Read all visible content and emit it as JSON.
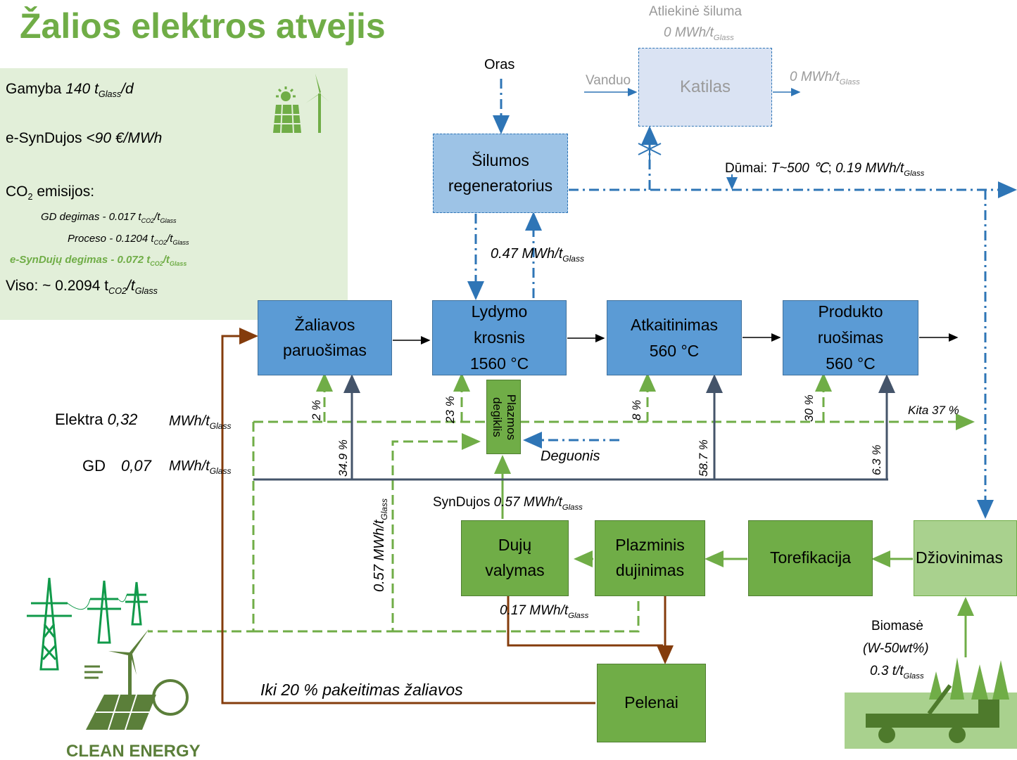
{
  "title": "Žalios elektros atvejis",
  "info": {
    "production_prefix": "Gamyba ",
    "production_value": "140 t",
    "production_sub": "Glass",
    "production_suffix": "/d",
    "esyngas_prefix": "e-SynDujos ",
    "esyngas_value": "<90 €/MWh",
    "co2_label": "CO",
    "co2_sub": "2",
    "co2_suffix": " emisijos:",
    "ng_burning": "GD degimas - 0.017  t",
    "process": "Proceso - 0.1204  t",
    "esyngas_burning": "e-SynDujų degimas - 0.072 t",
    "total": "Viso: ~ 0.2094 t",
    "sub_co2": "CO2",
    "sub_glass": "Glass",
    "slash": "/t"
  },
  "boxes": {
    "heat_regenerator": "Šilumos regeneratorius",
    "katilas": "Katilas",
    "raw_prep": "Žaliavos paruošimas",
    "melting_l1": "Lydymo",
    "melting_l2": "krosnis",
    "melting_l3": "1560 °C",
    "annealing_l1": "Atkaitinimas",
    "annealing_l2": "560 °C",
    "product_l1": "Produkto",
    "product_l2": "ruošimas",
    "product_l3": "560 °C",
    "plasma_torch": "Plazmos degiklis",
    "gas_cleaning_l1": "Dujų",
    "gas_cleaning_l2": "valymas",
    "plasma_gasif_l1": "Plazminis",
    "plasma_gasif_l2": "dujinimas",
    "torrefaction": "Torefikacija",
    "drying": "Džiovinimas",
    "ash": "Pelenai"
  },
  "labels": {
    "waste_heat": "Atliekinė šiluma",
    "zero_mwh": "0 MWh/t",
    "glass": "Glass",
    "air": "Oras",
    "water": "Vanduo",
    "flue_prefix": "Dūmai: ",
    "flue_temp": "T~500 ℃",
    "flue_sep": "; ",
    "flue_energy": "0.19 MWh/t",
    "regen_energy": "0.47 MWh/t",
    "electricity_label": "Elektra ",
    "electricity_value": "0,32",
    "electricity_unit": "MWh/t",
    "ng_label": "GD",
    "ng_value": "0,07",
    "ng_unit": "MWh/t",
    "p2": "2 %",
    "p23": "23 %",
    "p8": "8 %",
    "p30": "30 %",
    "other": "Kita 37 %",
    "p349": "34.9 %",
    "p587": "58.7 %",
    "p63": "6.3 %",
    "oxygen": "Deguonis",
    "syngas_label": "SynDujos ",
    "syngas_value": "0.57 MWh/t",
    "elec_to_torch": "0.57 MWh/t",
    "elec_to_gasif": "0.17 MWh/t",
    "biomass": "Biomasė",
    "biomass_moisture": "(W-50wt%)",
    "biomass_rate": "0.3 t/t",
    "raw_replacement": "Iki 20 % pakeitimas žaliavos",
    "clean_energy": "CLEAN ENERGY"
  },
  "colors": {
    "title_green": "#70ad47",
    "box_blue": "#5b9bd5",
    "box_green": "#70ad47",
    "box_lightgreen": "#a9d18e",
    "flue_blue": "#2e75b6",
    "elec_green": "#70ad47",
    "ng_slate": "#44546a",
    "ash_brown": "#843c0c"
  },
  "icons": [
    "solar-wind-icon",
    "power-pylons-icon",
    "clean-energy-icon",
    "biomass-harvest-icon"
  ]
}
